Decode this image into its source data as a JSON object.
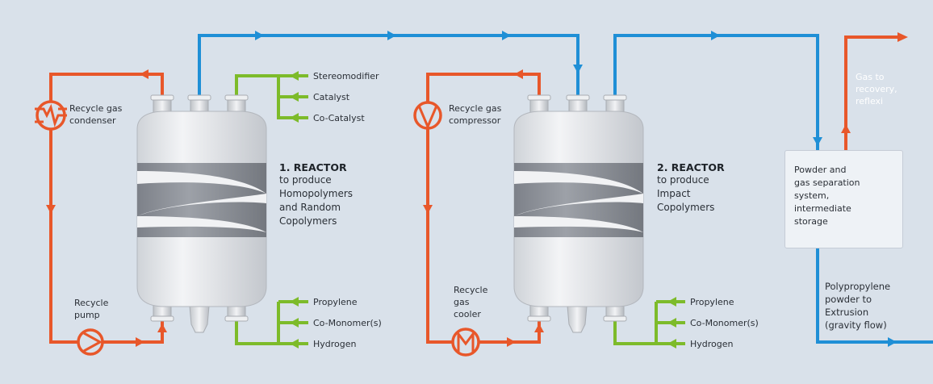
{
  "reactor1": {
    "title": "1. REACTOR",
    "description": "to produce\nHomopolymers\nand Random\nCopolymers",
    "top_inputs": [
      "Stereomodifier",
      "Catalyst",
      "Co-Catalyst"
    ],
    "bottom_inputs": [
      "Propylene",
      "Co-Monomer(s)",
      "Hydrogen"
    ],
    "condenser_label": "Recycle gas\ncondenser",
    "pump_label": "Recycle\npump"
  },
  "reactor2": {
    "title": "2. REACTOR",
    "description": "to produce\nImpact\nCopolymers",
    "bottom_inputs": [
      "Propylene",
      "Co-Monomer(s)",
      "Hydrogen"
    ],
    "compressor_label": "Recycle gas\ncompressor",
    "cooler_label": "Recycle\ngas\ncooler"
  },
  "separation": {
    "label": "Powder and\ngas separation\nsystem,\nintermediate\nstorage"
  },
  "outputs": {
    "gas": "Gas to\nrecovery,\nreflexi",
    "powder": "Polypropylene\npowder to\nExtrusion\n(gravity flow)"
  },
  "colors": {
    "background": "#d9e1ea",
    "recycle_line": "#e8572a",
    "flow_line": "#1f8fd6",
    "feed_line": "#7dbb2a",
    "vessel": "#e6e8eb",
    "vessel_band": "#8e9299"
  }
}
